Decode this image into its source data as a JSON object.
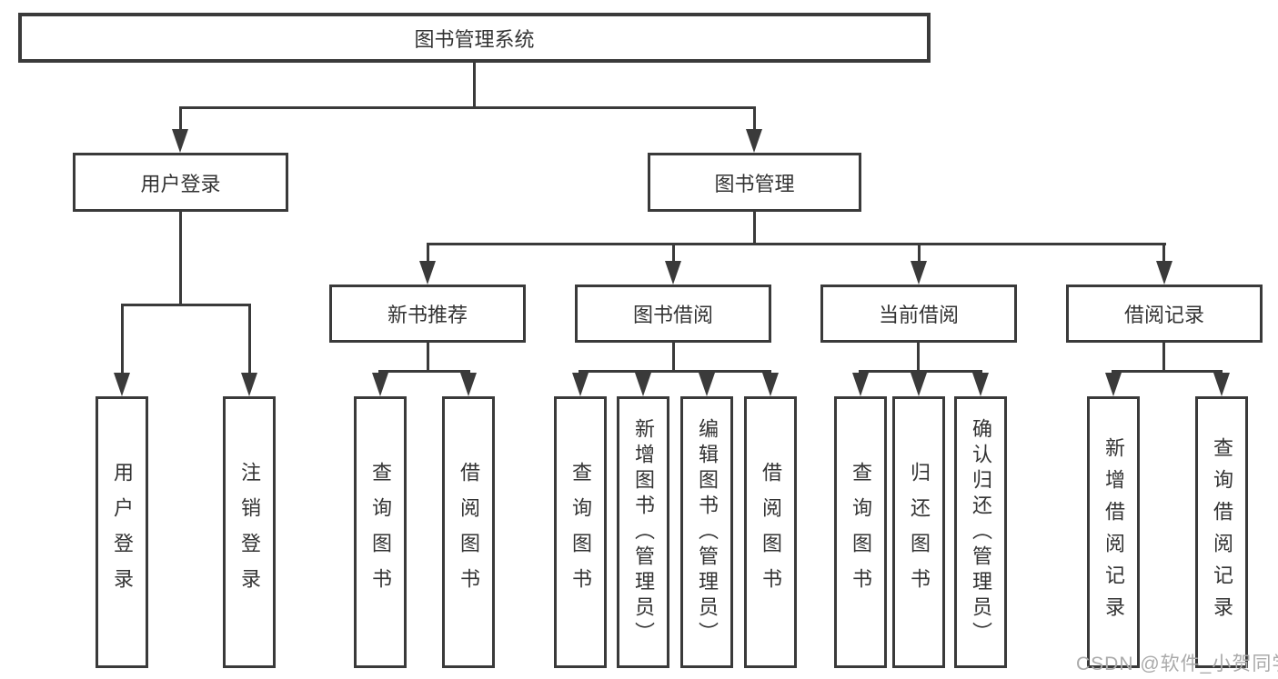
{
  "colors": {
    "line": "#3a3a3a",
    "text": "#333333",
    "box_fill": "#ffffff",
    "background": "#ffffff",
    "watermark": "#aaaaaa"
  },
  "tree": {
    "root": {
      "label": "图书管理系统"
    },
    "branches": [
      {
        "label": "用户登录",
        "children": [
          {
            "label": "用户登录"
          },
          {
            "label": "注销登录"
          }
        ]
      },
      {
        "label": "图书管理",
        "children": [
          {
            "label": "新书推荐",
            "children": [
              {
                "label": "查询图书"
              },
              {
                "label": "借阅图书"
              }
            ]
          },
          {
            "label": "图书借阅",
            "children": [
              {
                "label": "查询图书"
              },
              {
                "label": "新增图书（管理员）"
              },
              {
                "label": "编辑图书（管理员）"
              },
              {
                "label": "借阅图书"
              }
            ]
          },
          {
            "label": "当前借阅",
            "children": [
              {
                "label": "查询图书"
              },
              {
                "label": "归还图书"
              },
              {
                "label": "确认归还（管理员）"
              }
            ]
          },
          {
            "label": "借阅记录",
            "children": [
              {
                "label": "新增借阅记录"
              },
              {
                "label": "查询借阅记录"
              }
            ]
          }
        ]
      }
    ]
  },
  "watermark": {
    "text": "CSDN @软件_小贺同学"
  }
}
